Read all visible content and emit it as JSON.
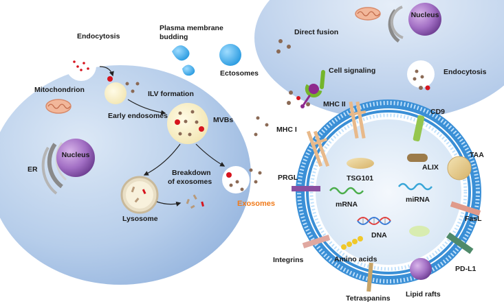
{
  "labels": {
    "endocytosis_left": "Endocytosis",
    "plasma_membrane_1": "Plasma membrane",
    "plasma_membrane_2": "budding",
    "ectosomes": "Ectosomes",
    "direct_fusion": "Direct fusion",
    "cell_signaling": "Cell signaling",
    "endocytosis_right": "Endocytosis",
    "nucleus_top": "Nucleus",
    "mitochondrion": "Mitochondrion",
    "ilv_formation": "ILV formation",
    "early_endosomes": "Early endosomes",
    "mvbs": "MVBs",
    "nucleus_left": "Nucleus",
    "er": "ER",
    "breakdown_1": "Breakdown",
    "breakdown_2": "of exosomes",
    "lysosome": "Lysosome",
    "exosomes": "Exosomes",
    "mhc2": "MHC II",
    "mhc1": "MHC I",
    "cd9": "CD9",
    "tsg101": "TSG101",
    "alix": "ALIX",
    "taa": "TAA",
    "prgl": "PRGL",
    "mrna": "mRNA",
    "mirna": "miRNA",
    "fasl": "FasL",
    "dna": "DNA",
    "integrins": "Integrins",
    "amino_acids": "Amino acids",
    "pdl1": "PD-L1",
    "lipid_rafts": "Lipid rafts",
    "tetraspanins": "Tetraspanins"
  },
  "colors": {
    "cell_fill": "#bcd3ee",
    "membrane_blue": "#3a8fd6",
    "vesicle_cream": "#fbf4cf",
    "nucleus_purple": "#9a6bb8",
    "exosome_label": "#f07a1a",
    "cargo_dot": "#8b6a55",
    "red_dot": "#d6141e"
  },
  "icons": [
    "arrow-icon",
    "mitochondrion-icon",
    "er-icon",
    "nucleus-icon",
    "receptor-icon",
    "dna-icon",
    "rna-icon"
  ]
}
